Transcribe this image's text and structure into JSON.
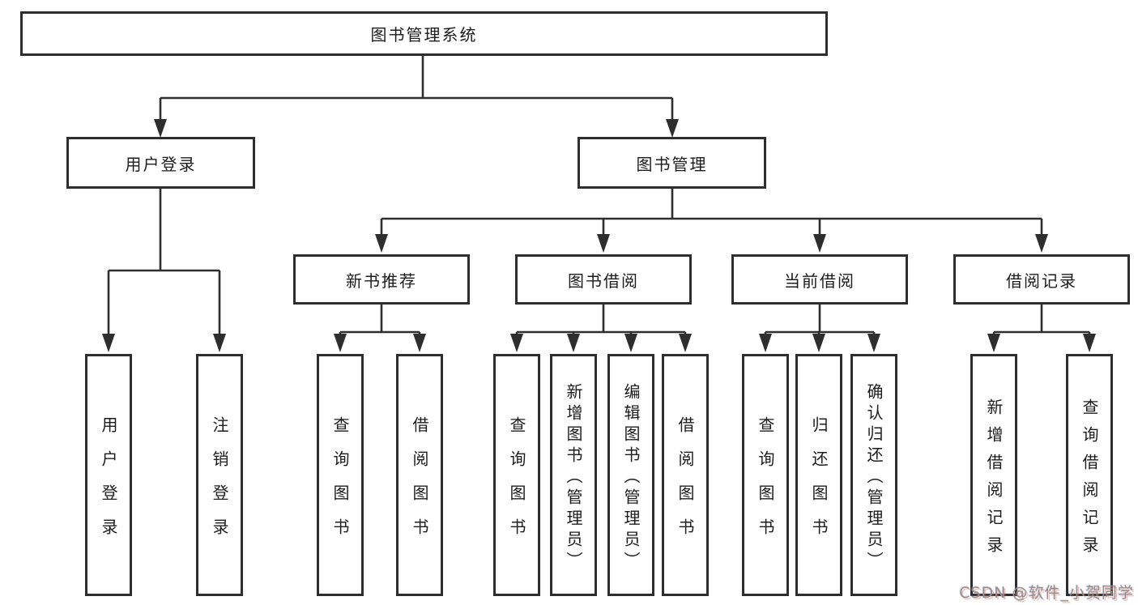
{
  "diagram": {
    "root": {
      "label": "图书管理系统"
    },
    "level2": [
      {
        "label": "用户登录"
      },
      {
        "label": "图书管理"
      }
    ],
    "level3": [
      {
        "label": "新书推荐"
      },
      {
        "label": "图书借阅"
      },
      {
        "label": "当前借阅"
      },
      {
        "label": "借阅记录"
      }
    ],
    "leaves": {
      "user_login": [
        "用户登录",
        "注销登录"
      ],
      "new_books": [
        "查询图书",
        "借阅图书"
      ],
      "book_borrow": [
        "查询图书",
        "新增图书（管理员）",
        "编辑图书（管理员）",
        "借阅图书"
      ],
      "current_borrow": [
        "查询图书",
        "归还图书",
        "确认归还（管理员）"
      ],
      "borrow_records": [
        "新增借阅记录",
        "查询借阅记录"
      ]
    }
  },
  "watermark": {
    "text": "CSDN @软件_小贺同学"
  },
  "colors": {
    "line": "#2e2e2e",
    "box_border": "#2e2e2e",
    "box_fill": "#ffffff",
    "text": "#1c1c1c",
    "watermark_gray": "#8f8f8f",
    "watermark_red": "#fc5531"
  }
}
